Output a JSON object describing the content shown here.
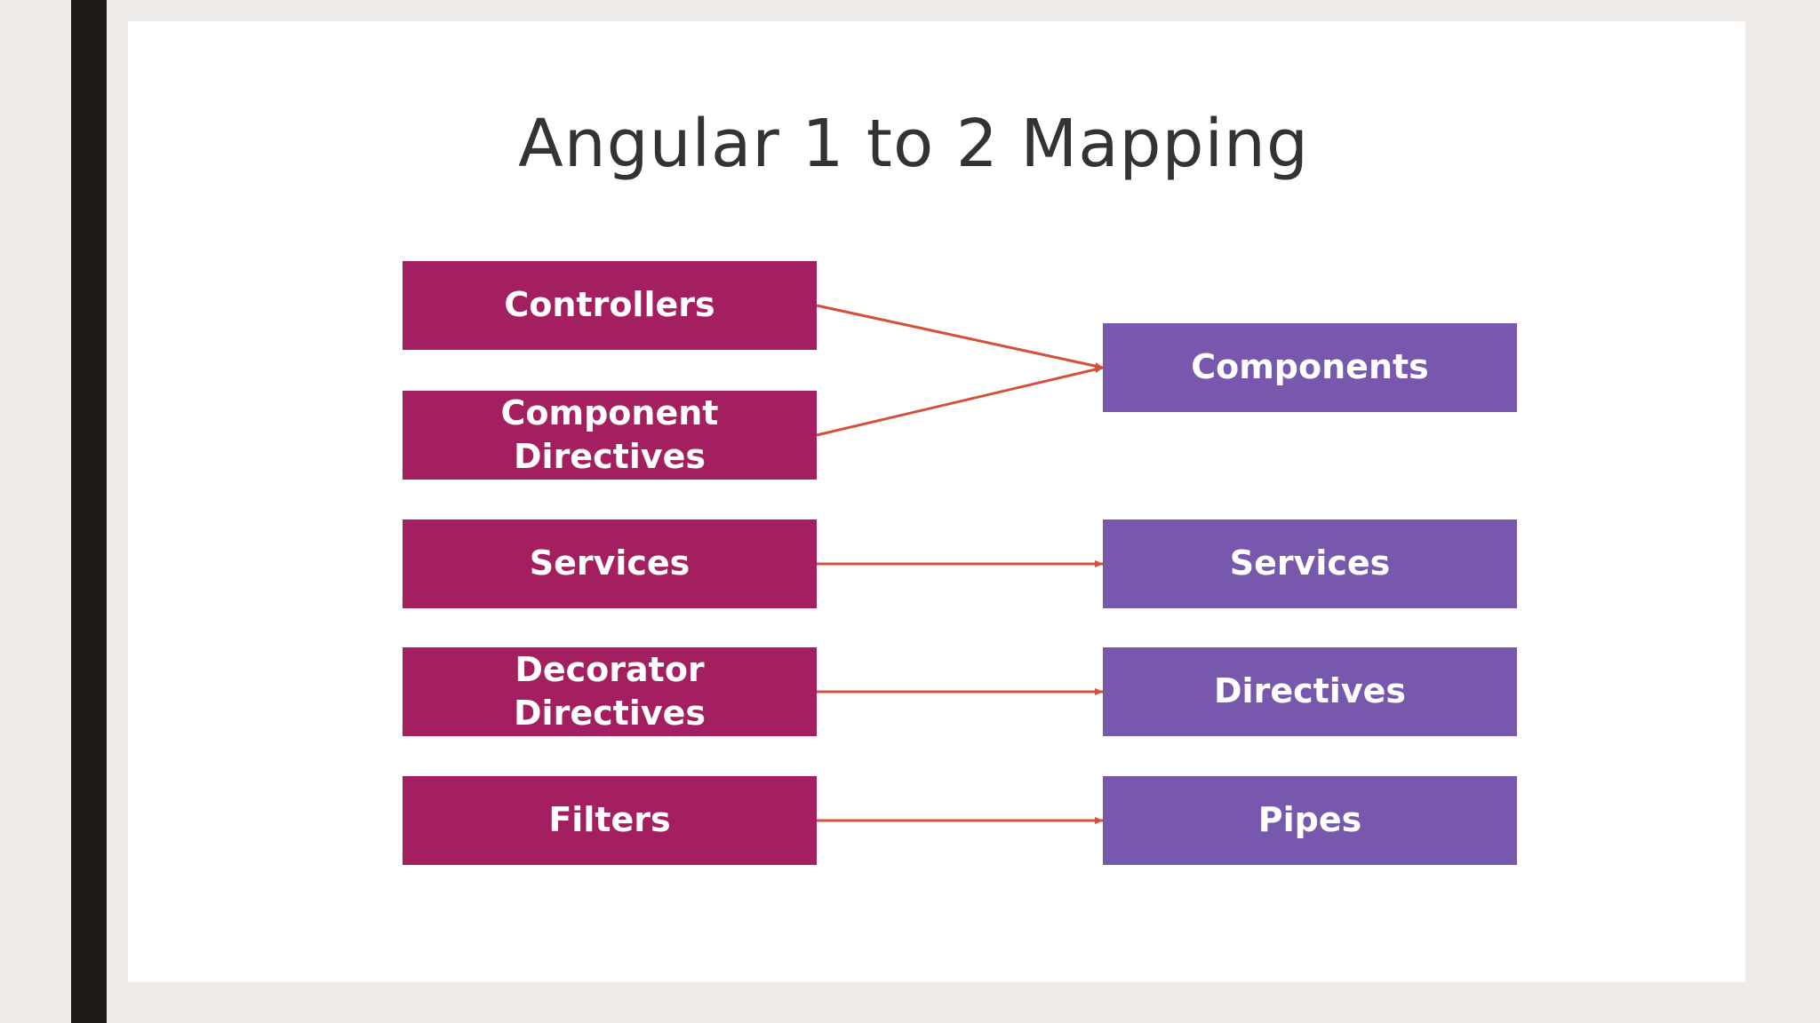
{
  "title": "Angular 1  to 2 Mapping",
  "colors": {
    "background": "#efebe8",
    "sidebar": "#1d1a17",
    "slide": "#ffffff",
    "angular1_box": "#a31f5f",
    "angular2_box": "#7758ac",
    "arrow": "#d4503c",
    "title_text": "#333333"
  },
  "left_boxes": [
    {
      "id": "controllers",
      "label": "Controllers"
    },
    {
      "id": "component-directives",
      "label": "Component\nDirectives"
    },
    {
      "id": "services-1",
      "label": "Services"
    },
    {
      "id": "decorator-directives",
      "label": "Decorator\nDirectives"
    },
    {
      "id": "filters",
      "label": "Filters"
    }
  ],
  "right_boxes": [
    {
      "id": "components",
      "label": "Components"
    },
    {
      "id": "services-2",
      "label": "Services"
    },
    {
      "id": "directives",
      "label": "Directives"
    },
    {
      "id": "pipes",
      "label": "Pipes"
    }
  ],
  "mappings": [
    {
      "from": "controllers",
      "to": "components"
    },
    {
      "from": "component-directives",
      "to": "components"
    },
    {
      "from": "services-1",
      "to": "services-2"
    },
    {
      "from": "decorator-directives",
      "to": "directives"
    },
    {
      "from": "filters",
      "to": "pipes"
    }
  ]
}
